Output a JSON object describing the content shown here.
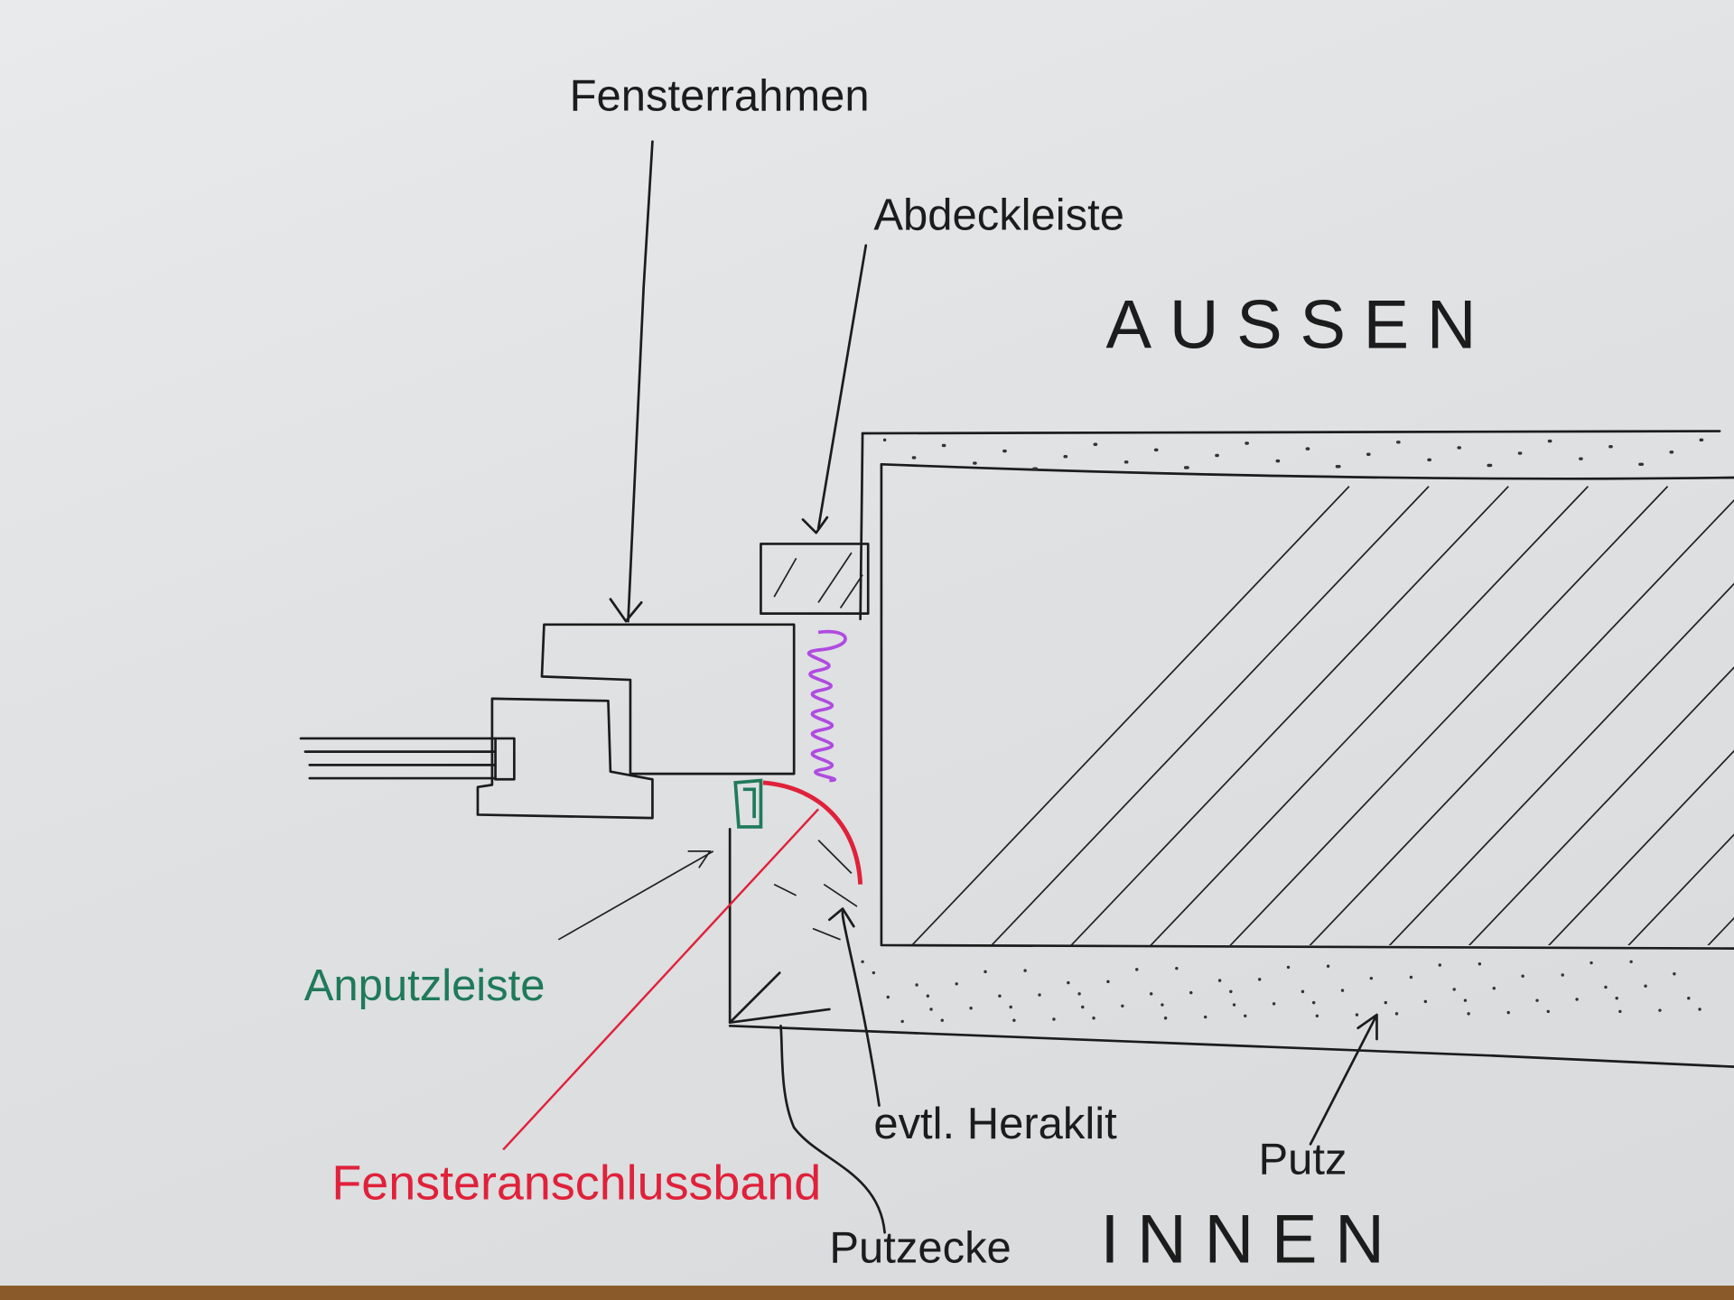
{
  "title_labels": {
    "fensterrahmen": "Fensterrahmen",
    "abdeckleiste": "Abdeckleiste",
    "aussen": "AUSSEN",
    "anputzleiste": "Anputzleiste",
    "fensteranschlussband": "Fensteranschlussband",
    "heraklit": "evtl. Heraklit",
    "putz": "Putz",
    "putzecke": "Putzecke",
    "innen": "INNEN"
  },
  "colors": {
    "ink": "#1c1c1c",
    "anschlussband": "#e0213a",
    "anputzleiste": "#1f7a5a",
    "daemmung": "#b04be0",
    "table_edge": "#8a5a2a"
  }
}
